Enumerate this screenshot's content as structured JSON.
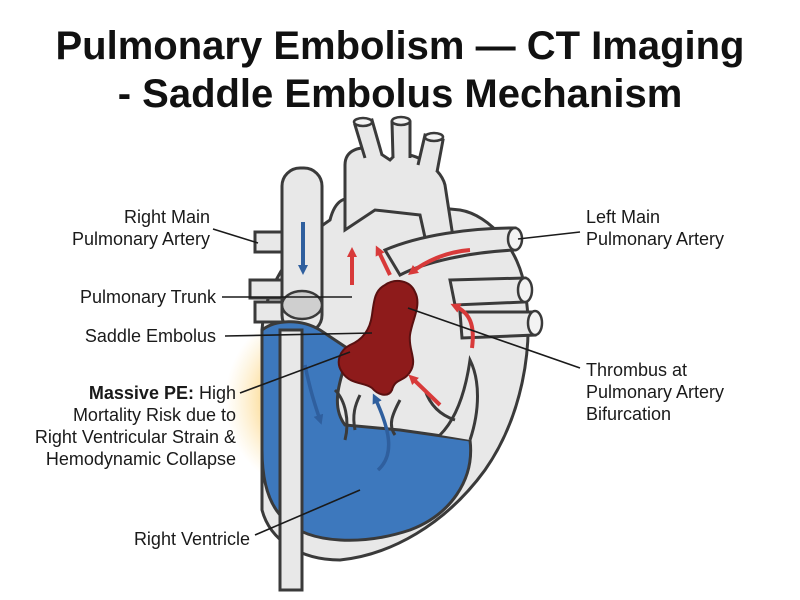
{
  "title": {
    "line1": "Pulmonary Embolism — CT Imaging",
    "line2": "- Saddle Embolus Mechanism"
  },
  "labels": {
    "right_main_pa": [
      "Right Main",
      "Pulmonary Artery"
    ],
    "left_main_pa": [
      "Left Main",
      "Pulmonary Artery"
    ],
    "pulmonary_trunk": "Pulmonary Trunk",
    "saddle_embolus": "Saddle Embolus",
    "massive_pe": {
      "bold": "Massive PE:",
      "rest": " High",
      "lines": [
        "Mortality Risk due to",
        "Right Ventricular Strain &",
        "Hemodynamic Collapse"
      ]
    },
    "thrombus": [
      "Thrombus at",
      "Pulmonary Artery",
      "Bifurcation"
    ],
    "right_ventricle": "Right Ventricle"
  },
  "colors": {
    "ventricle_blue": "#3d78bd",
    "thrombus_red": "#8e1b1b",
    "flow_red": "#d83a3a",
    "glow_yellow": "#f7c35a",
    "vessel_gray": "#e9e9e9",
    "outline": "#3a3a3a"
  }
}
